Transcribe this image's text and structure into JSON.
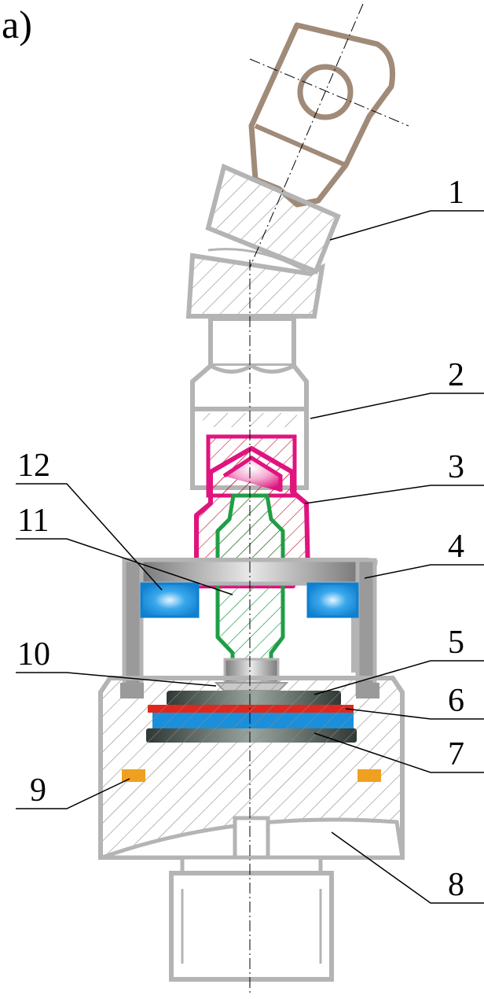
{
  "figure": {
    "panel_label": "a)",
    "callouts": [
      "1",
      "2",
      "3",
      "4",
      "5",
      "6",
      "7",
      "8",
      "9",
      "10",
      "11",
      "12"
    ]
  },
  "colors": {
    "outline_gray": "#b4b4b4",
    "lug_brown": "#a08a78",
    "glass_pink": "#e0137f",
    "stud_green": "#1f9e45",
    "washer_dark": "#4a5650",
    "insulator_blue": "#1a8fdc",
    "contact_red": "#e0271d",
    "marker_orange": "#f0a020"
  }
}
